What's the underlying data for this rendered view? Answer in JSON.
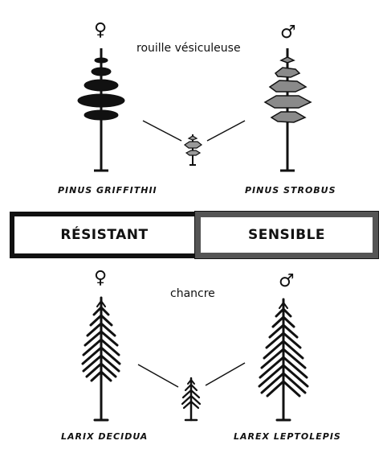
{
  "top": {
    "disease": "rouille vésiculeuse",
    "female_symbol": "♀",
    "male_symbol": "♂",
    "left_species": "PINUS GRIFFITHII",
    "right_species": "PINUS STROBUS"
  },
  "band": {
    "resistant": "RÉSISTANT",
    "sensitive": "SENSIBLE"
  },
  "bottom": {
    "disease": "chancre",
    "female_symbol": "♀",
    "male_symbol": "♂",
    "left_species": "LARIX DECIDUA",
    "right_species": "LAREX LEPTOLEPIS"
  },
  "colors": {
    "ink": "#111111",
    "sensitive_border": "#555555",
    "shaded_fill": "#8a8a8a"
  }
}
